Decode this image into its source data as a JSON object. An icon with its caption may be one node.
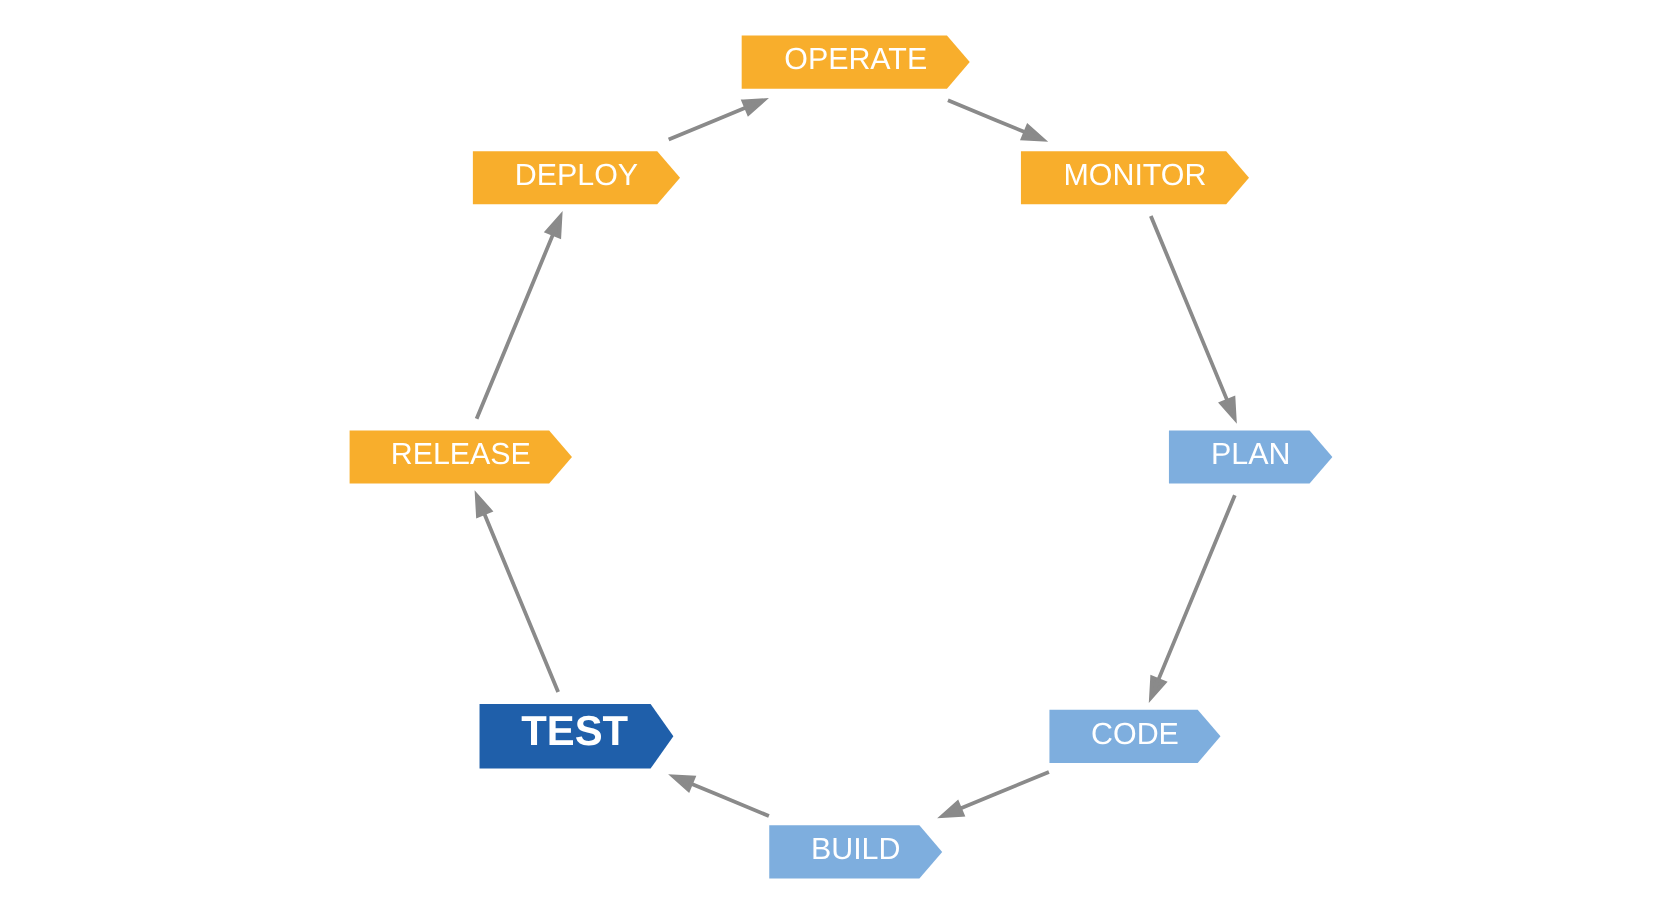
{
  "diagram": {
    "nodes": [
      {
        "text": [
          "CODE"
        ]
      },
      {
        "text": [
          "BUILD"
        ]
      },
      {
        "text": [
          "TEST"
        ]
      },
      {
        "text": [
          "RELEASE"
        ]
      },
      {
        "text": [
          "DEPLOY"
        ]
      },
      {
        "text": [
          "OPERATE"
        ]
      },
      {
        "text": [
          "MONITOR"
        ]
      },
      {
        "text": [
          "PLAN"
        ]
      }
    ],
    "edges": [
      {
        "from": 0,
        "to": 1,
        "arrow": "to"
      },
      {
        "from": 1,
        "to": 2,
        "arrow": "to"
      },
      {
        "from": 2,
        "to": 3,
        "arrow": "to"
      },
      {
        "from": 3,
        "to": 4,
        "arrow": "to"
      },
      {
        "from": 4,
        "to": 5,
        "arrow": "to"
      },
      {
        "from": 5,
        "to": 6,
        "arrow": "to"
      },
      {
        "from": 6,
        "to": 7,
        "arrow": "to"
      },
      {
        "from": 7,
        "to": 0,
        "arrow": "to"
      }
    ]
  }
}
